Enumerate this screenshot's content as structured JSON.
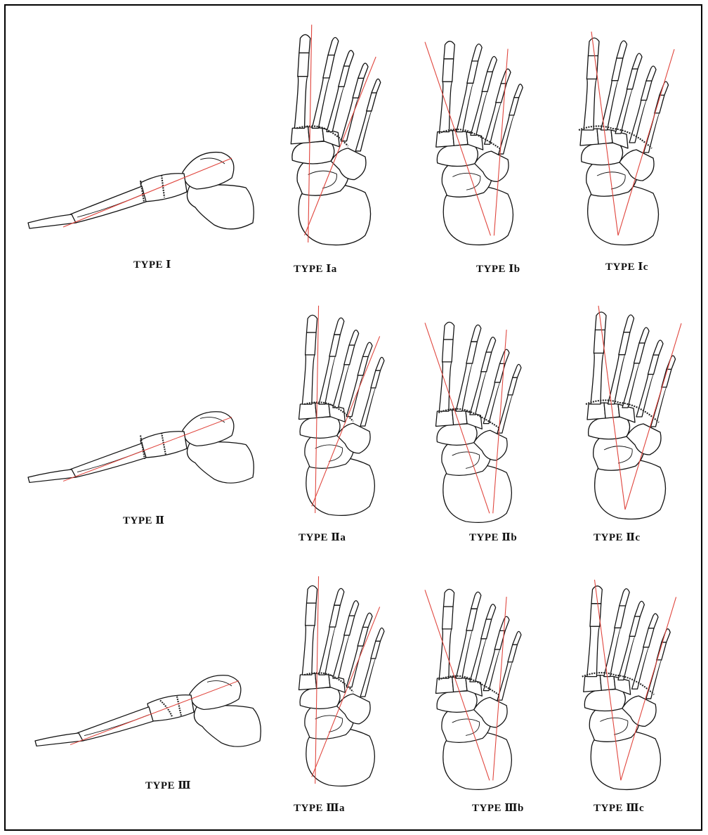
{
  "figure": {
    "rows": [
      {
        "lateral": {
          "caption": "TYPE  Ⅰ"
        },
        "variants": [
          {
            "caption": "TYPE  Ⅰa"
          },
          {
            "caption": "TYPE  Ⅰb"
          },
          {
            "caption": "TYPE  Ⅰc"
          }
        ]
      },
      {
        "lateral": {
          "caption": "TYPE  Ⅱ"
        },
        "variants": [
          {
            "caption": "TYPE  Ⅱa"
          },
          {
            "caption": "TYPE  Ⅱb"
          },
          {
            "caption": "TYPE  Ⅱc"
          }
        ]
      },
      {
        "lateral": {
          "caption": "TYPE  Ⅲ"
        },
        "variants": [
          {
            "caption": "TYPE  Ⅲa"
          },
          {
            "caption": "TYPE  Ⅲb"
          },
          {
            "caption": "TYPE  Ⅲc"
          }
        ]
      }
    ],
    "colors": {
      "outline": "#111111",
      "axis_line": "#e0443c",
      "background": "#ffffff"
    }
  }
}
